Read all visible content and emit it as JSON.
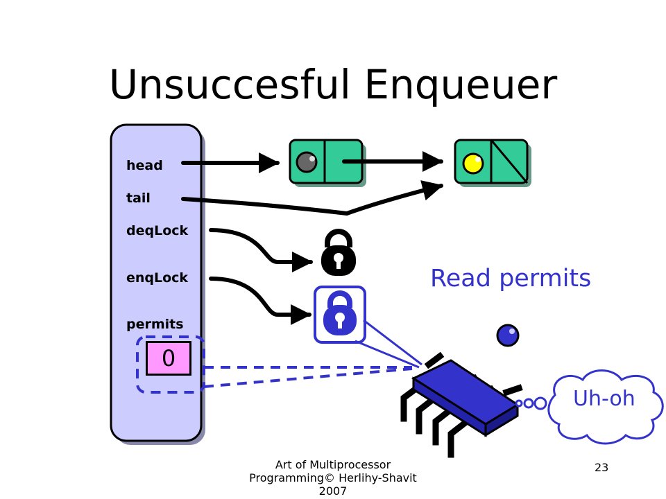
{
  "slide": {
    "title": "Unsuccesful Enqueuer",
    "fields": {
      "head": "head",
      "tail": "tail",
      "deqLock": "deqLock",
      "enqLock": "enqLock",
      "permits": "permits"
    },
    "permits_value": "0",
    "annotation": "Read permits",
    "thought": "Uh-oh",
    "footer": [
      "Art of Multiprocessor",
      "Programming© Herlihy-Shavit",
      "2007"
    ],
    "page_number": "23"
  },
  "colors": {
    "object_fill": "#ccccff",
    "node_fill": "#33cc99",
    "permits_fill": "#ff99ff",
    "accent": "#3333cc",
    "thread_fill": "#3333cc",
    "sentinel_dot": "#666666",
    "item_dot": "#ffff00"
  },
  "icons": [
    "lock-icon",
    "lock-icon",
    "thread-chip-icon",
    "thought-cloud-icon"
  ]
}
